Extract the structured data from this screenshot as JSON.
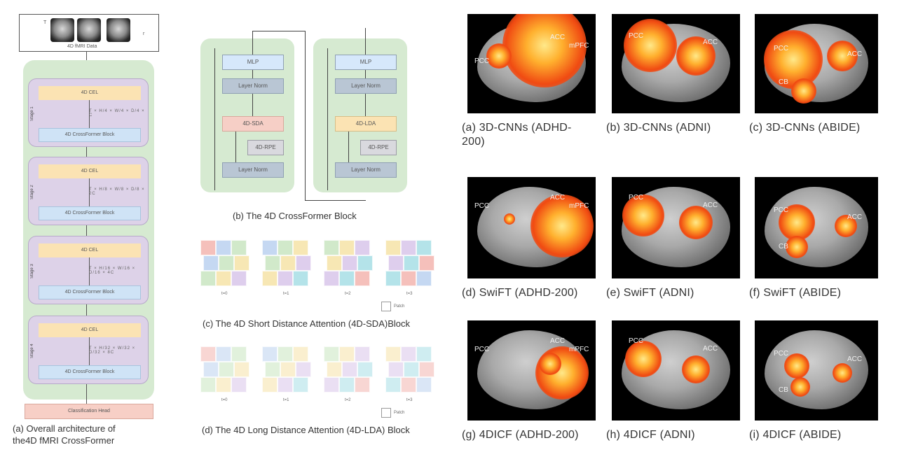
{
  "colors": {
    "green_panel": "#d6ead1",
    "stage_purple": "#ddd2e8",
    "cel_orange": "#fbe3b3",
    "block_blue": "#cfe3f6",
    "layer_norm": "#b9c6d4",
    "sda_red": "#f6cfc6",
    "activation": "#f04a12"
  },
  "panel_a": {
    "input_label_t": "T",
    "input_label_r": "r",
    "input_caption": "4D fMRI Data",
    "stages": [
      {
        "tag": "Stage 1",
        "cel": "4D CEL",
        "formula": "T × H/4 × W/4 × D/4 × C",
        "block": "4D CrossFormer Block"
      },
      {
        "tag": "Stage 2",
        "cel": "4D CEL",
        "formula": "T × H/8 × W/8 × D/8 × 2C",
        "block": "4D CrossFormer Block"
      },
      {
        "tag": "Stage 3",
        "cel": "4D CEL",
        "formula": "T × H/16 × W/16 × D/16 × 4C",
        "block": "4D CrossFormer Block"
      },
      {
        "tag": "Stage 4",
        "cel": "4D CEL",
        "formula": "T × H/32 × W/32 × D/32 × 8C",
        "block": "4D CrossFormer Block"
      }
    ],
    "head": "Classification Head",
    "caption_line1": "(a)  Overall  architecture  of",
    "caption_line2": "the4D fMRI CrossFormer"
  },
  "panel_b": {
    "left": {
      "mlp": "MLP",
      "ln_top": "Layer Norm",
      "attn": "4D-SDA",
      "rpe": "4D-RPE",
      "ln_bottom": "Layer Norm"
    },
    "right": {
      "mlp": "MLP",
      "ln_top": "Layer Norm",
      "attn": "4D-LDA",
      "rpe": "4D-RPE",
      "ln_bottom": "Layer Norm"
    },
    "caption": "(b) The 4D CrossFormer Block"
  },
  "panel_c": {
    "t_labels": [
      "t=0",
      "t=1",
      "t=2",
      "t=3"
    ],
    "legend": "Patch",
    "caption": "(c) The 4D Short Distance Attention (4D-SDA)Block"
  },
  "panel_d": {
    "t_labels": [
      "t=0",
      "t=1",
      "t=2",
      "t=3"
    ],
    "legend": "Patch",
    "caption": "(d) The 4D Long Distance Attention (4D-LDA) Block"
  },
  "brains": [
    {
      "caption": "(a)   3D-CNNs   (ADHD-",
      "caption2": "200)",
      "labels": [
        "PCC",
        "ACC",
        "mPFC"
      ]
    },
    {
      "caption": "(b)  3D-CNNs (ADNI)",
      "labels": [
        "PCC",
        "ACC"
      ]
    },
    {
      "caption": "(c)  3D-CNNs (ABIDE)",
      "labels": [
        "PCC",
        "ACC",
        "CB"
      ]
    },
    {
      "caption": "(d)  SwiFT (ADHD-200)",
      "labels": [
        "PCC",
        "ACC",
        "mPFC"
      ]
    },
    {
      "caption": "(e)  SwiFT (ADNI)",
      "labels": [
        "PCC",
        "ACC"
      ]
    },
    {
      "caption": "(f)  SwiFT (ABIDE)",
      "labels": [
        "PCC",
        "ACC",
        "CB"
      ]
    },
    {
      "caption": "(g)  4DICF (ADHD-200)",
      "labels": [
        "PCC",
        "ACC",
        "mPFC"
      ]
    },
    {
      "caption": "(h)  4DICF (ADNI)",
      "labels": [
        "PCC",
        "ACC"
      ]
    },
    {
      "caption": "(i)  4DICF (ABIDE)",
      "labels": [
        "PCC",
        "ACC",
        "CB"
      ]
    }
  ]
}
